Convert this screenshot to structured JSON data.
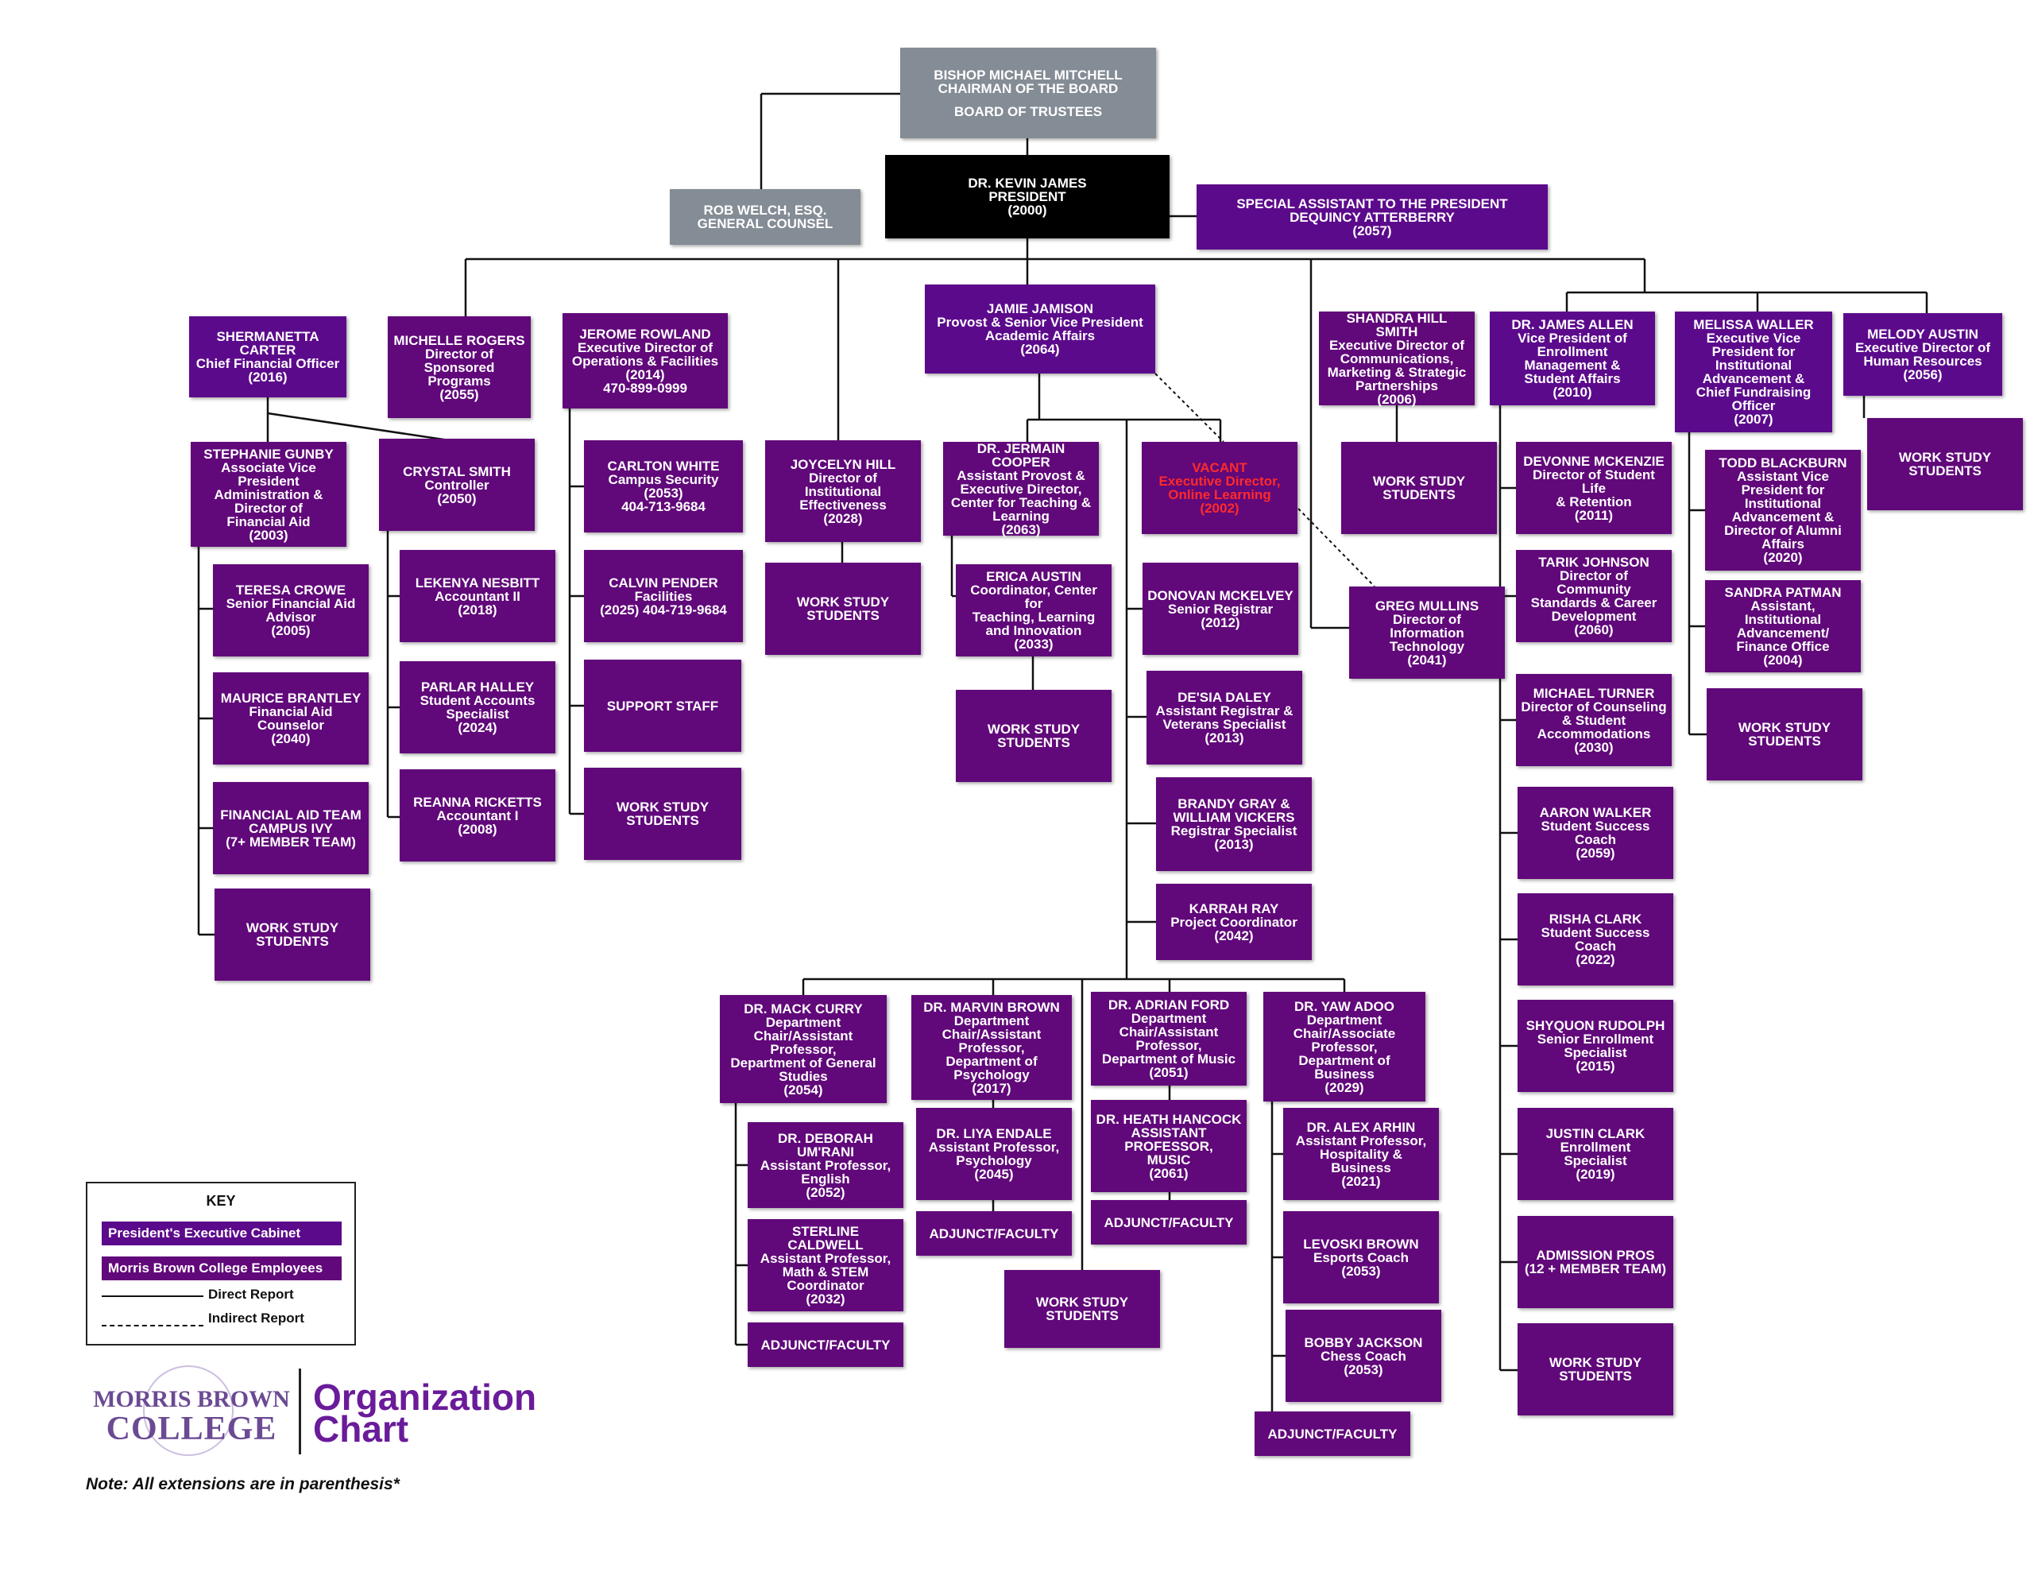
{
  "title": "Organization Chart",
  "colors": {
    "cabinet": "#5c0a8c",
    "employee": "#61087a",
    "board": "#848c95",
    "president": "#000000",
    "vacant_text": "#ff2a2a"
  },
  "nodes": {
    "chairman": [
      "BISHOP MICHAEL MITCHELL",
      "CHAIRMAN OF THE BOARD",
      "",
      "BOARD OF TRUSTEES"
    ],
    "general_counsel": [
      "ROB WELCH, ESQ.",
      "GENERAL COUNSEL"
    ],
    "president": [
      "DR. KEVIN JAMES",
      "PRESIDENT",
      "(2000)"
    ],
    "special_assistant": [
      "SPECIAL ASSISTANT TO THE PRESIDENT",
      "DEQUINCY ATTERBERRY",
      "(2057)"
    ],
    "cfo": [
      "SHERMANETTA CARTER",
      "Chief Financial Officer",
      "(2016)"
    ],
    "sponsored": [
      "MICHELLE ROGERS",
      "Director of",
      "Sponsored",
      "Programs",
      "(2055)"
    ],
    "operations": [
      "JEROME ROWLAND",
      "Executive Director  of",
      "Operations & Facilities",
      "(2014)",
      "470-899-0999"
    ],
    "provost": [
      "JAMIE JAMISON",
      "Provost & Senior Vice President",
      "Academic Affairs",
      "(2064)"
    ],
    "communications": [
      "SHANDRA HILL SMITH",
      "Executive Director of",
      "Communications,",
      "Marketing & Strategic",
      "Partnerships",
      "(2006)"
    ],
    "enrollment": [
      "DR. JAMES ALLEN",
      "Vice President of",
      "Enrollment",
      "Management &",
      "Student Affairs",
      "(2010)"
    ],
    "advancement": [
      "MELISSA WALLER",
      "Executive Vice",
      "President for",
      "Institutional",
      "Advancement &",
      "Chief Fundraising",
      "Officer",
      "(2007)"
    ],
    "hr": [
      "MELODY AUSTIN",
      "Executive Director of",
      "Human Resources",
      "(2056)"
    ],
    "gunby": [
      "STEPHANIE GUNBY",
      "Associate Vice",
      "President",
      "Administration &",
      "Director of",
      "Financial Aid",
      "(2003)"
    ],
    "smith": [
      "CRYSTAL SMITH",
      "Controller",
      "(2050)"
    ],
    "crowe": [
      "TERESA CROWE",
      "Senior Financial Aid",
      "Advisor",
      "(2005)"
    ],
    "brantley": [
      "MAURICE BRANTLEY",
      "Financial Aid",
      "Counselor",
      "(2040)"
    ],
    "aid_team": [
      "FINANCIAL AID TEAM",
      "CAMPUS IVY",
      "(7+ MEMBER TEAM)"
    ],
    "ws_aid": [
      "WORK STUDY",
      "STUDENTS"
    ],
    "nesbitt": [
      "LEKENYA NESBITT",
      "Accountant II",
      "(2018)"
    ],
    "halley": [
      "PARLAR HALLEY",
      "Student Accounts",
      "Specialist",
      "(2024)"
    ],
    "ricketts": [
      "REANNA RICKETTS",
      "Accountant I",
      "(2008)"
    ],
    "white": [
      "CARLTON WHITE",
      "Campus Security",
      "(2053)",
      "404-713-9684"
    ],
    "pender": [
      "CALVIN PENDER",
      "Facilities",
      "(2025) 404-719-9684"
    ],
    "support": [
      "SUPPORT STAFF"
    ],
    "ws_ops": [
      "WORK STUDY",
      "STUDENTS"
    ],
    "hill": [
      "JOYCELYN HILL",
      "Director of",
      "Institutional",
      "Effectiveness",
      "(2028)"
    ],
    "ws_hill": [
      "WORK STUDY",
      "STUDENTS"
    ],
    "cooper": [
      "DR. JERMAIN COOPER",
      "Assistant Provost &",
      "Executive Director,",
      "Center for Teaching &",
      "Learning",
      "(2063)"
    ],
    "austin_e": [
      "ERICA AUSTIN",
      "Coordinator, Center for",
      "Teaching, Learning",
      "and Innovation",
      "(2033)"
    ],
    "ws_ctl": [
      "WORK STUDY",
      "STUDENTS"
    ],
    "vacant": [
      "VACANT",
      "Executive Director,",
      "Online Learning",
      "(2002)"
    ],
    "mckelvey": [
      "DONOVAN MCKELVEY",
      "Senior Registrar",
      "(2012)"
    ],
    "daley": [
      "DE'SIA DALEY",
      "Assistant Registrar &",
      "Veterans Specialist",
      "(2013)"
    ],
    "gray": [
      "BRANDY GRAY &",
      "WILLIAM VICKERS",
      "Registrar Specialist",
      "(2013)"
    ],
    "ray": [
      "KARRAH RAY",
      "Project Coordinator",
      "(2042)"
    ],
    "ws_comm": [
      "WORK STUDY",
      "STUDENTS"
    ],
    "mullins": [
      "GREG MULLINS",
      "Director of",
      "Information",
      "Technology",
      "(2041)"
    ],
    "mckenzie": [
      "DEVONNE MCKENZIE",
      "Director of Student Life",
      "& Retention",
      "(2011)"
    ],
    "johnson": [
      "TARIK JOHNSON",
      "Director of Community",
      "Standards & Career",
      "Development",
      "(2060)"
    ],
    "turner": [
      "MICHAEL TURNER",
      "Director of Counseling",
      "& Student",
      "Accommodations",
      "(2030)"
    ],
    "walker": [
      "AARON WALKER",
      "Student Success",
      "Coach",
      "(2059)"
    ],
    "clark_r": [
      "RISHA CLARK",
      "Student Success",
      "Coach",
      "(2022)"
    ],
    "rudolph": [
      "SHYQUON RUDOLPH",
      "Senior Enrollment",
      "Specialist",
      "(2015)"
    ],
    "clark_j": [
      "JUSTIN CLARK",
      "Enrollment",
      "Specialist",
      "(2019)"
    ],
    "admission": [
      "ADMISSION PROS",
      "(12 + MEMBER TEAM)"
    ],
    "ws_enroll": [
      "WORK STUDY",
      "STUDENTS"
    ],
    "blackburn": [
      "TODD BLACKBURN",
      "Assistant Vice",
      "President for",
      "Institutional",
      "Advancement &",
      "Director of Alumni",
      "Affairs",
      "(2020)"
    ],
    "patman": [
      "SANDRA PATMAN",
      "Assistant,",
      "Institutional",
      "Advancement/",
      "Finance Office",
      "(2004)"
    ],
    "ws_adv": [
      "WORK STUDY",
      "STUDENTS"
    ],
    "ws_hr": [
      "WORK STUDY",
      "STUDENTS"
    ],
    "curry": [
      "DR. MACK CURRY",
      "Department",
      "Chair/Assistant",
      "Professor,",
      "Department of General",
      "Studies",
      "(2054)"
    ],
    "umrani": [
      "DR. DEBORAH UM'RANI",
      "Assistant Professor,",
      "English",
      "(2052)"
    ],
    "caldwell": [
      "STERLINE CALDWELL",
      "Assistant Professor,",
      "Math & STEM",
      "Coordinator",
      "(2032)"
    ],
    "adj_curry": [
      "ADJUNCT/FACULTY"
    ],
    "brown_m": [
      "DR. MARVIN BROWN",
      "Department",
      "Chair/Assistant",
      "Professor,",
      "Department of",
      "Psychology",
      "(2017)"
    ],
    "endale": [
      "DR. LIYA ENDALE",
      "Assistant Professor,",
      "Psychology",
      "(2045)"
    ],
    "adj_brown": [
      "ADJUNCT/FACULTY"
    ],
    "ws_academic": [
      "WORK STUDY",
      "STUDENTS"
    ],
    "ford": [
      "DR. ADRIAN FORD",
      "Department",
      "Chair/Assistant",
      "Professor,",
      "Department of Music",
      "(2051)"
    ],
    "hancock": [
      "DR. HEATH HANCOCK",
      "ASSISTANT PROFESSOR,",
      "MUSIC",
      "(2061)"
    ],
    "adj_ford": [
      "ADJUNCT/FACULTY"
    ],
    "adoo": [
      "DR. YAW ADOO",
      "Department",
      "Chair/Associate",
      "Professor,",
      "Department of",
      "Business",
      "(2029)"
    ],
    "arhin": [
      "DR. ALEX ARHIN",
      "Assistant Professor,",
      "Hospitality & Business",
      "(2021)"
    ],
    "brown_l": [
      "LEVOSKI BROWN",
      "Esports Coach",
      "(2053)"
    ],
    "jackson": [
      "BOBBY JACKSON",
      "Chess  Coach",
      "(2053)"
    ],
    "adj_adoo": [
      "ADJUNCT/FACULTY"
    ]
  },
  "key": {
    "title": "KEY",
    "cabinet": "President's Executive Cabinet",
    "employees": "Morris Brown College Employees",
    "direct": "Direct Report",
    "indirect": "Indirect Report"
  },
  "logo": {
    "line1": "MORRIS BROWN",
    "line2": "COLLEGE",
    "org_line1": "Organization",
    "org_line2": "Chart"
  },
  "note": "Note: All extensions are in parenthesis*"
}
